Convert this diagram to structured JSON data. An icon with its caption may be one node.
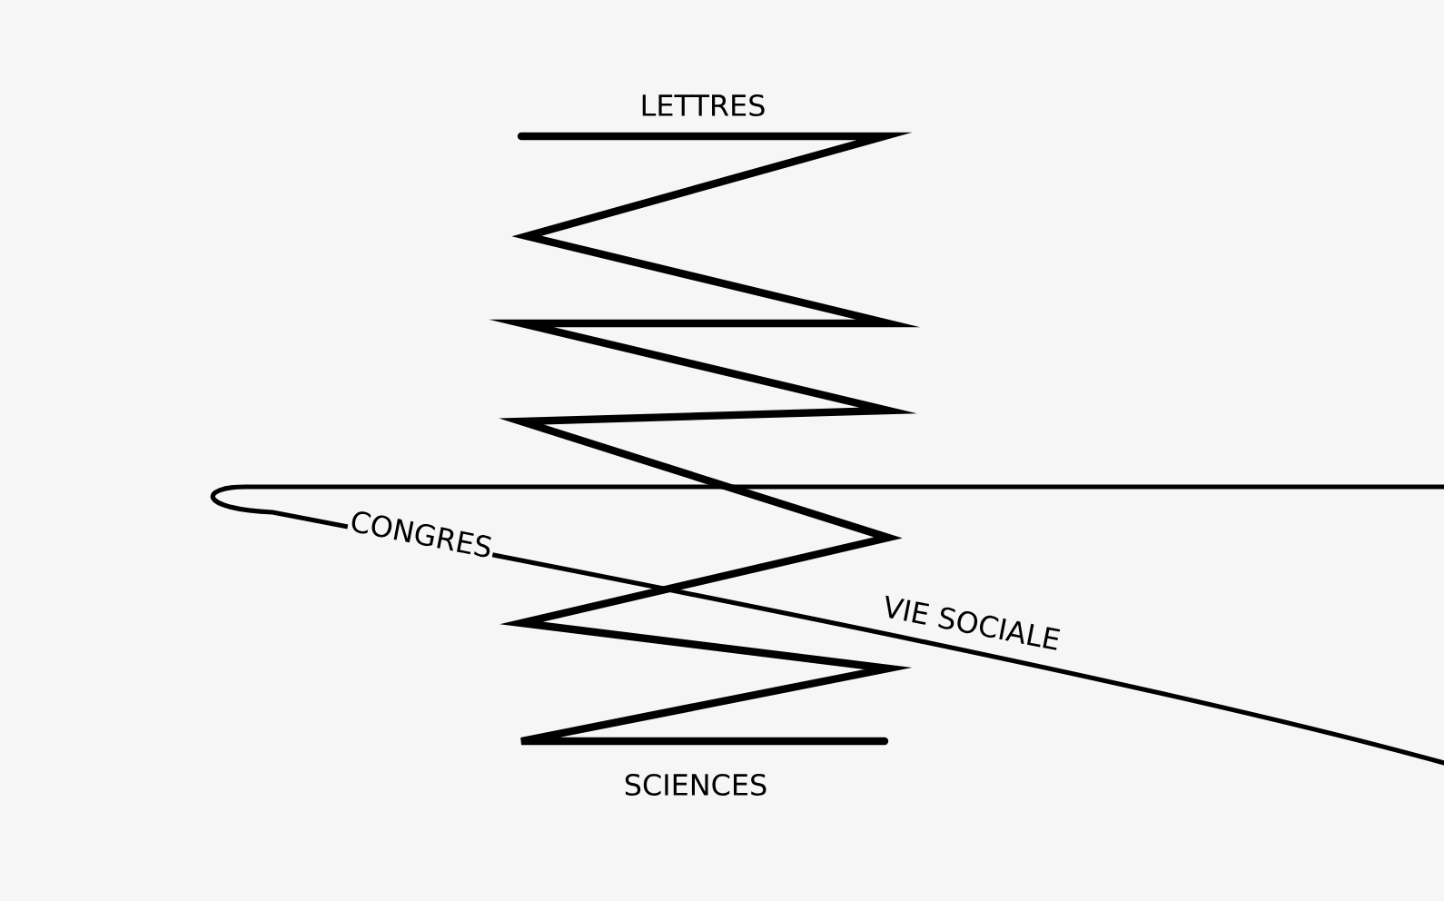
{
  "diagram": {
    "labels": [
      "LETTRES",
      "CONGRES",
      "VIE SOCIALE",
      "SCIENCES"
    ]
  }
}
